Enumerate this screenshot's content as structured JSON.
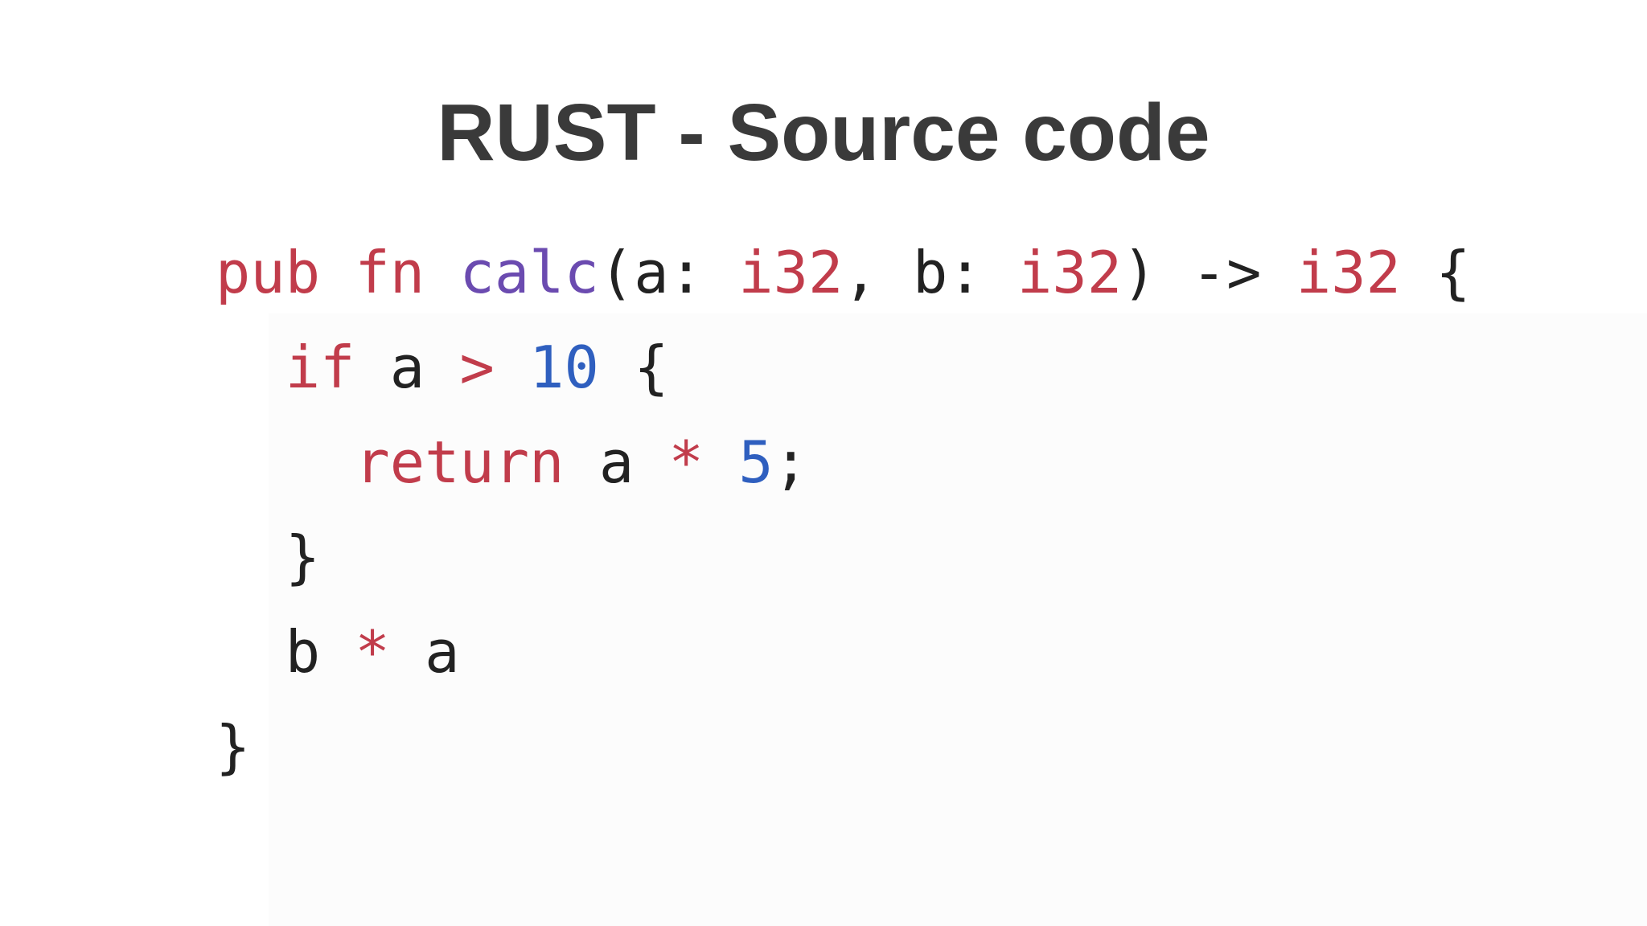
{
  "title": "RUST - Source code",
  "colors": {
    "keyword": "#c13c4b",
    "function": "#6b4bb0",
    "number": "#2f5fbf",
    "plain": "#222222",
    "title": "#3a3a3a"
  },
  "code": {
    "language": "rust",
    "lines": [
      [
        {
          "t": "pub",
          "k": "kw"
        },
        {
          "t": " ",
          "k": "plain"
        },
        {
          "t": "fn",
          "k": "kw"
        },
        {
          "t": " ",
          "k": "plain"
        },
        {
          "t": "calc",
          "k": "fn"
        },
        {
          "t": "(a: ",
          "k": "plain"
        },
        {
          "t": "i32",
          "k": "kw"
        },
        {
          "t": ", b: ",
          "k": "plain"
        },
        {
          "t": "i32",
          "k": "kw"
        },
        {
          "t": ") ",
          "k": "plain"
        },
        {
          "t": "->",
          "k": "plain"
        },
        {
          "t": " ",
          "k": "plain"
        },
        {
          "t": "i32",
          "k": "kw"
        },
        {
          "t": " {",
          "k": "plain"
        }
      ],
      [
        {
          "t": "  ",
          "k": "plain"
        },
        {
          "t": "if",
          "k": "kw"
        },
        {
          "t": " a ",
          "k": "plain"
        },
        {
          "t": ">",
          "k": "op"
        },
        {
          "t": " ",
          "k": "plain"
        },
        {
          "t": "10",
          "k": "num"
        },
        {
          "t": " {",
          "k": "plain"
        }
      ],
      [
        {
          "t": "    ",
          "k": "plain"
        },
        {
          "t": "return",
          "k": "kw"
        },
        {
          "t": " a ",
          "k": "plain"
        },
        {
          "t": "*",
          "k": "op"
        },
        {
          "t": " ",
          "k": "plain"
        },
        {
          "t": "5",
          "k": "num"
        },
        {
          "t": ";",
          "k": "plain"
        }
      ],
      [
        {
          "t": "  }",
          "k": "plain"
        }
      ],
      [
        {
          "t": "  b ",
          "k": "plain"
        },
        {
          "t": "*",
          "k": "op"
        },
        {
          "t": " a",
          "k": "plain"
        }
      ],
      [
        {
          "t": "}",
          "k": "plain"
        }
      ]
    ]
  }
}
